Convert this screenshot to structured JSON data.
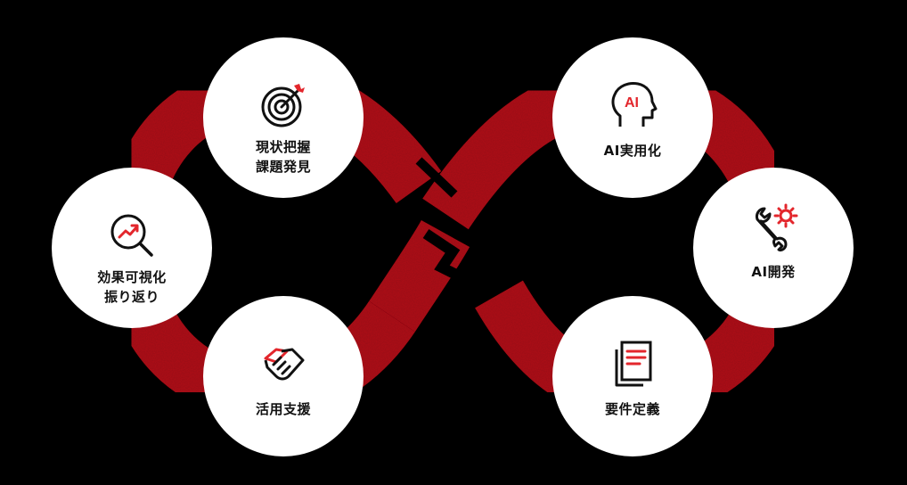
{
  "colors": {
    "background": "#000000",
    "loop": "#b3141c",
    "loop_dark": "#7a0d12",
    "node": "#ffffff",
    "text": "#111111",
    "accent": "#e3262c"
  },
  "nodes": {
    "genjo": {
      "lines": [
        "現状把握",
        "課題発見"
      ],
      "icon": "target-arrow-icon"
    },
    "koka": {
      "lines": [
        "効果可視化",
        "振り返り"
      ],
      "icon": "magnifier-chart-icon"
    },
    "katsuyo": {
      "lines": [
        "活用支援"
      ],
      "icon": "handshake-icon"
    },
    "ai_jitsu": {
      "lines": [
        "AI実用化"
      ],
      "icon": "ai-head-icon",
      "icon_text": "AI"
    },
    "ai_dev": {
      "lines": [
        "AI開発"
      ],
      "icon": "wrench-gear-icon"
    },
    "yoken": {
      "lines": [
        "要件定義"
      ],
      "icon": "documents-icon"
    }
  }
}
